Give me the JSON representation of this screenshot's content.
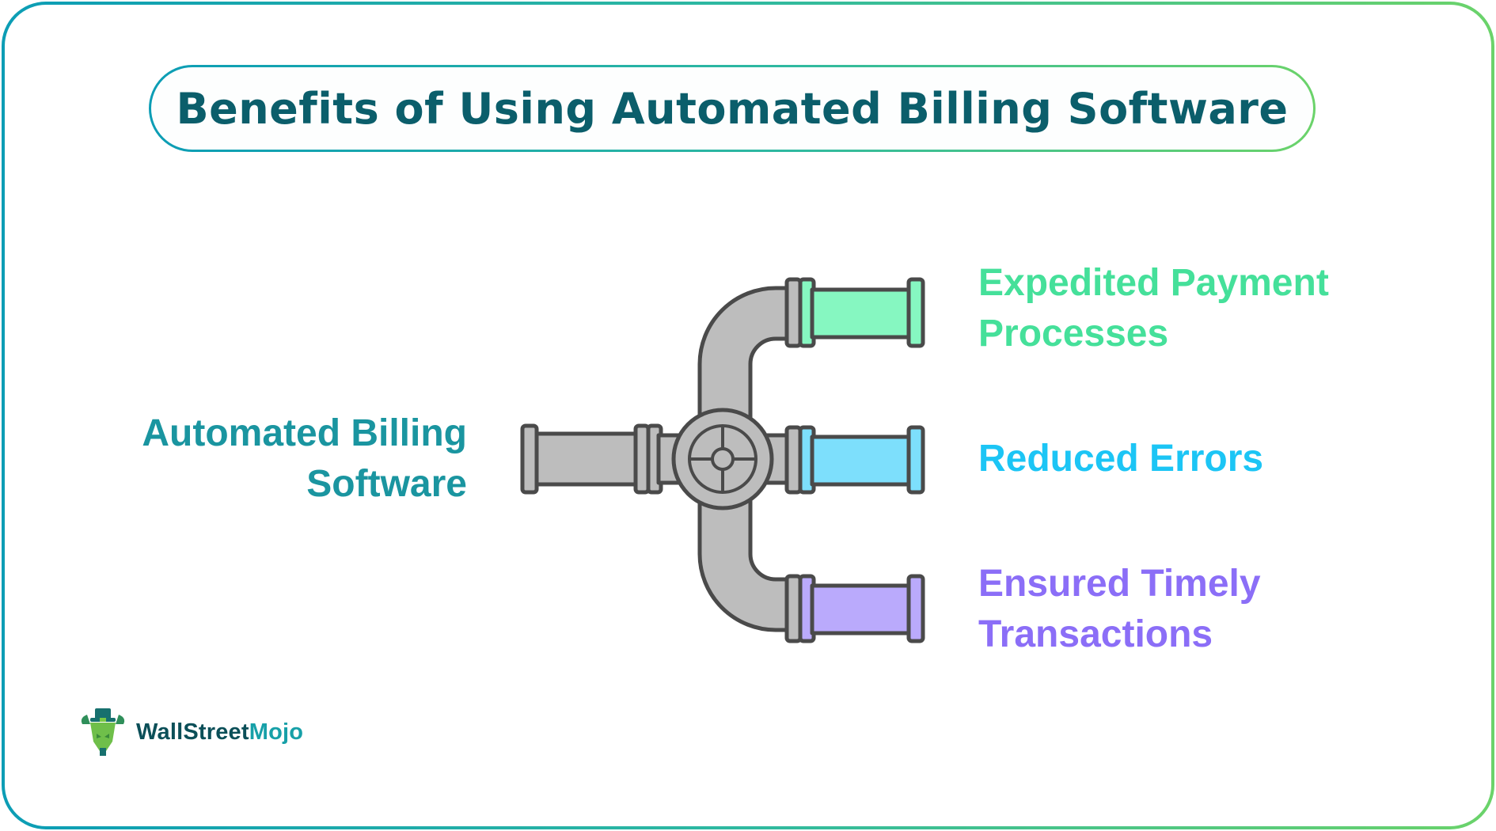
{
  "title": "Benefits of Using Automated Billing Software",
  "source": {
    "lines": [
      "Automated Billing",
      "Software"
    ],
    "color": "#1a95a0"
  },
  "benefits": [
    {
      "lines": [
        "Expedited Payment",
        "Processes"
      ],
      "color": "#45e09a",
      "pipe_color": "#86f7c1"
    },
    {
      "lines": [
        "Reduced Errors"
      ],
      "color": "#1cc5f5",
      "pipe_color": "#7ddffc"
    },
    {
      "lines": [
        "Ensured Timely",
        "Transactions"
      ],
      "color": "#8b6ef7",
      "pipe_color": "#baaafc"
    }
  ],
  "diagram": {
    "pipe_gray": "#bdbdbd",
    "outline": "#4a4a4a",
    "valve_icon": "valve-wheel-icon"
  },
  "logo": {
    "part1": "WallStreet",
    "part2": "Mojo",
    "color1": "#0b4f58",
    "color2": "#17a0a8"
  },
  "colors": {
    "title": "#0b5e6b",
    "border_start": "#0c9db5",
    "border_end": "#6bd36a"
  }
}
